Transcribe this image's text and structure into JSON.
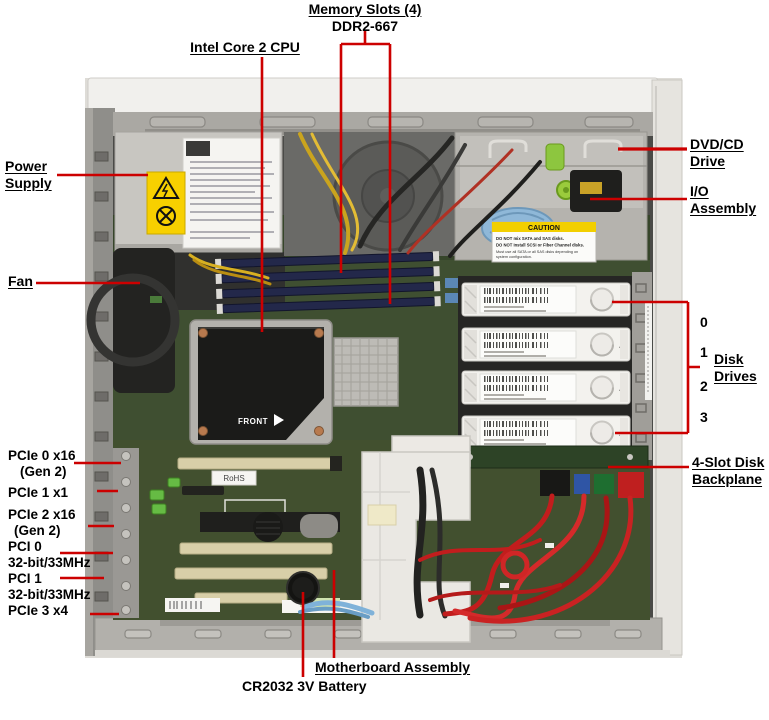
{
  "colors": {
    "accent": "#cc0000",
    "background": "#ffffff"
  },
  "callouts": {
    "memory_slots": {
      "title": "Memory Slots (4)",
      "subtitle": "DDR2-667"
    },
    "cpu": {
      "title": "Intel Core 2 CPU"
    },
    "power_supply": {
      "line1": "Power",
      "line2": "Supply"
    },
    "fan": {
      "title": "Fan"
    },
    "dvd_drive": {
      "line1": "DVD/CD",
      "line2": "Drive"
    },
    "io_assembly": {
      "line1": "I/O",
      "line2": "Assembly"
    },
    "disk_drives": {
      "line1": "Disk",
      "line2": "Drives",
      "bays": [
        "0",
        "1",
        "2",
        "3"
      ]
    },
    "backplane": {
      "line1": "4-Slot Disk",
      "line2": "Backplane"
    },
    "pcie0": {
      "line1": "PCIe 0 x16",
      "line2": "(Gen 2)"
    },
    "pcie1": {
      "title": "PCIe 1 x1"
    },
    "pcie2": {
      "line1": "PCIe 2 x16",
      "line2": "(Gen 2)"
    },
    "pci0": {
      "line1": "PCI 0",
      "line2": "32-bit/33MHz"
    },
    "pci1": {
      "line1": "PCI 1",
      "line2": "32-bit/33MHz"
    },
    "pcie3": {
      "title": "PCIe 3 x4"
    },
    "motherboard": {
      "title": "Motherboard Assembly"
    },
    "battery": {
      "title": "CR2032 3V Battery"
    }
  },
  "photo_text": {
    "caution_title": "CAUTION",
    "caution_line1": "DO NOT mix SATA and SAS disks.",
    "caution_line2": "DO NOT install SCSI or Fiber Channel disks.",
    "caution_line3a": "Must use all SATA or all SAS disks depending on",
    "caution_line3b": "system configuration.",
    "front_label": "FRONT",
    "rohs_label": "RoHS"
  }
}
